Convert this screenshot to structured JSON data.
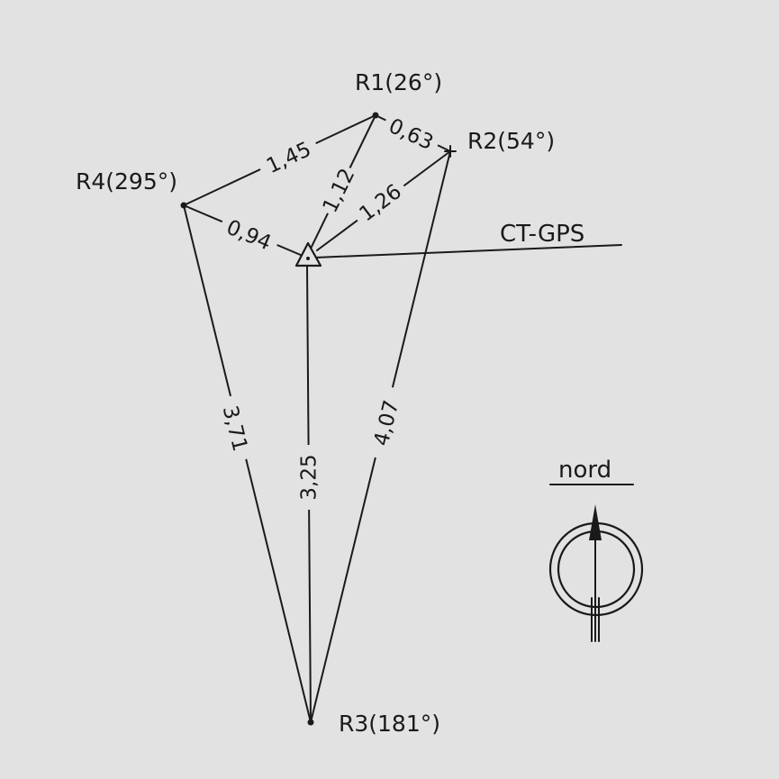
{
  "points": {
    "r1": "R1(26°)",
    "r2": "R2(54°)",
    "r3": "R3(181°)",
    "r4": "R4(295°)"
  },
  "distances": {
    "r4_r1": "1,45",
    "r1_r2": "0,63",
    "r1_ct": "1,12",
    "r2_ct": "1,26",
    "r4_ct": "0,94",
    "r4_r3": "3,71",
    "ct_r3": "3,25",
    "r2_r3": "4,07"
  },
  "station_label": "CT-GPS",
  "north_label": "nord",
  "colors": {
    "background": "#e2e2e2",
    "ink": "#1a1a1a"
  }
}
